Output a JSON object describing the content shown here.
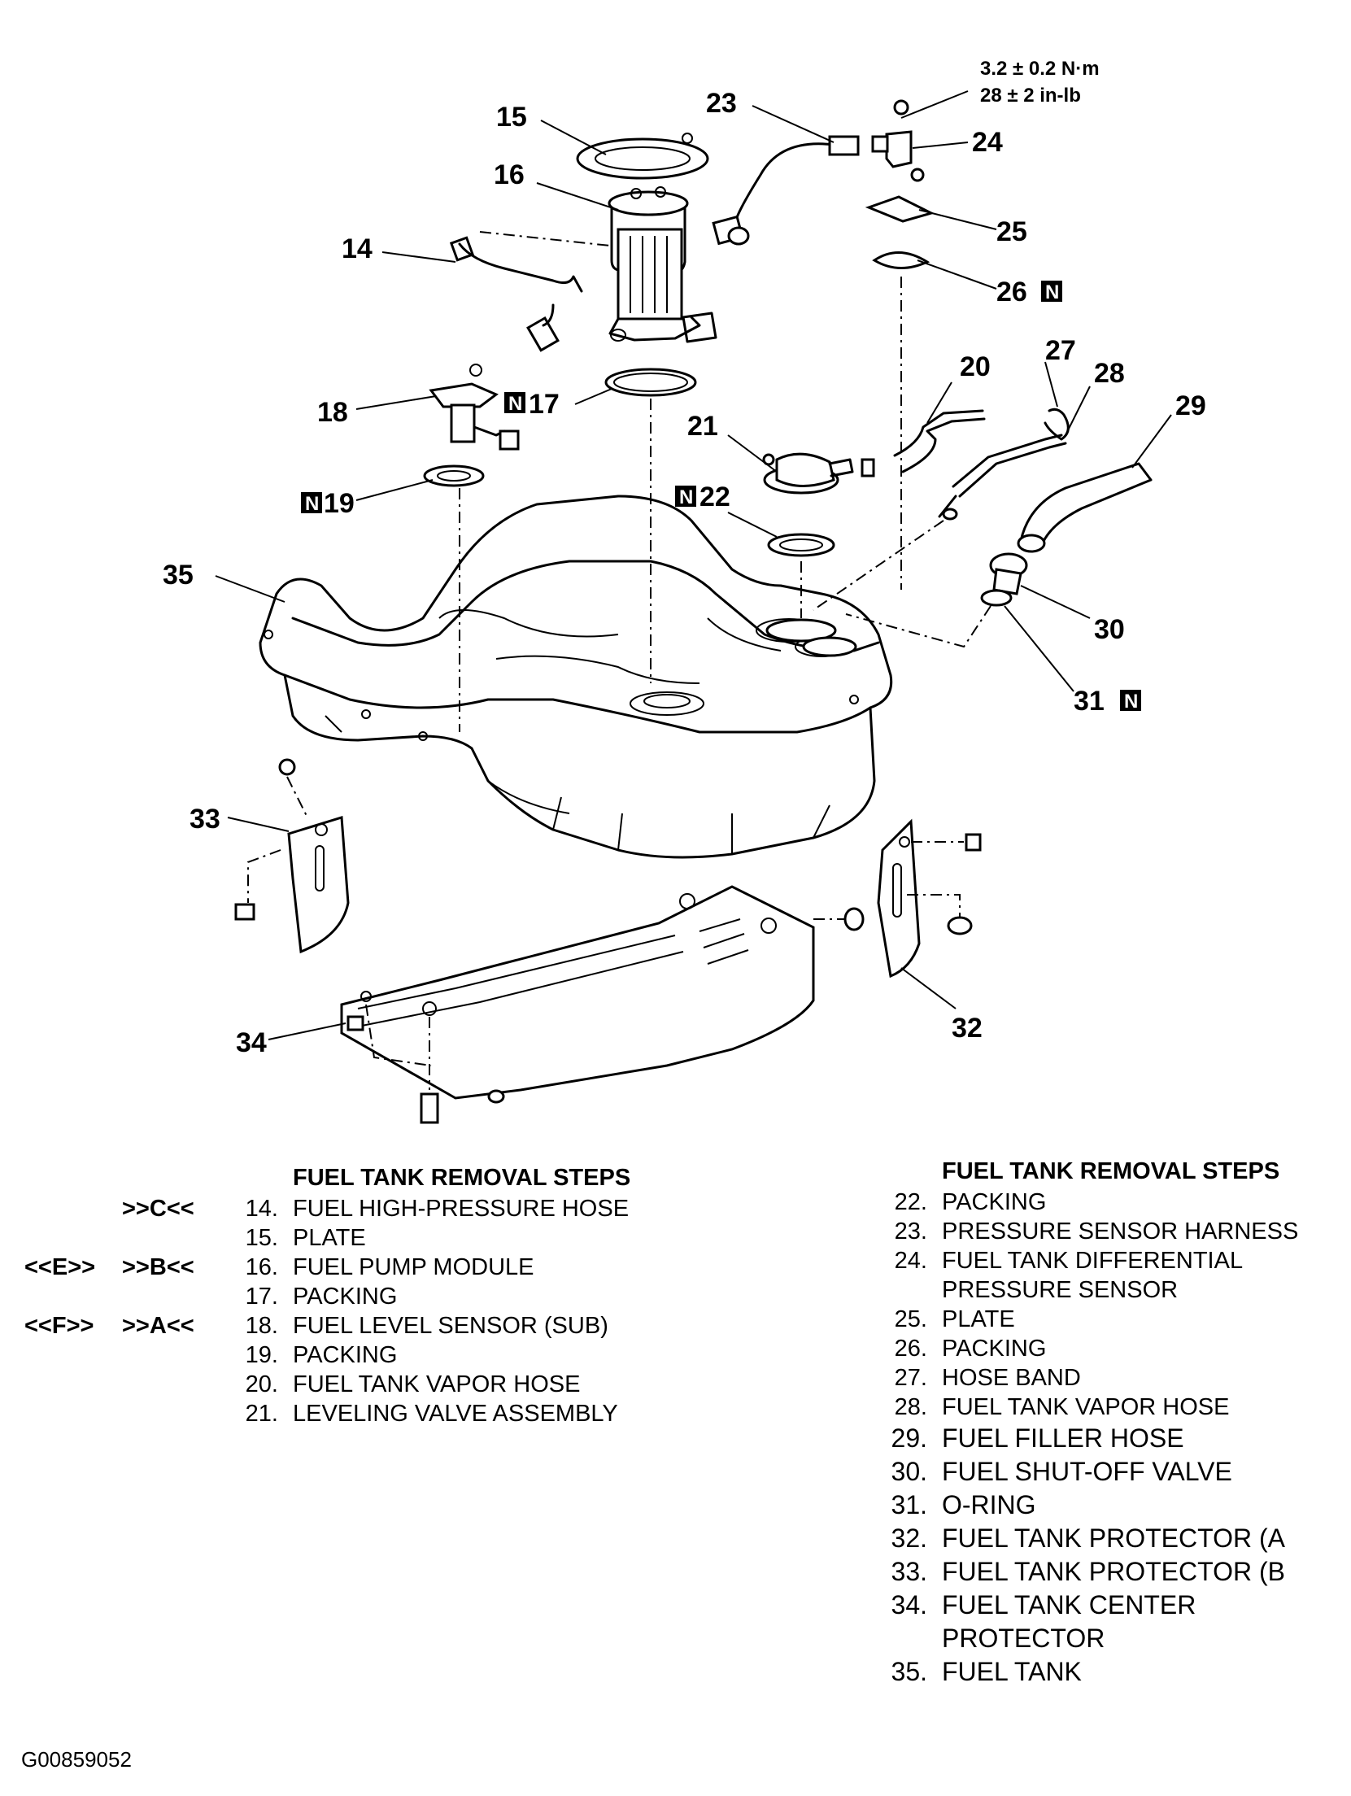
{
  "torque_spec": {
    "line1": "3.2 ± 0.2 N·m",
    "line2": "28 ± 2 in-lb"
  },
  "new_part_badge": "N",
  "callouts": [
    "14",
    "15",
    "16",
    "17",
    "18",
    "19",
    "20",
    "21",
    "22",
    "23",
    "24",
    "25",
    "26",
    "27",
    "28",
    "29",
    "30",
    "31",
    "32",
    "33",
    "34",
    "35"
  ],
  "left_steps": {
    "heading": "FUEL TANK REMOVAL STEPS",
    "items": [
      {
        "ref1": "",
        "ref2": ">>C<<",
        "num": "14.",
        "text": "FUEL HIGH-PRESSURE HOSE"
      },
      {
        "ref1": "",
        "ref2": "",
        "num": "15.",
        "text": "PLATE"
      },
      {
        "ref1": "<<E>>",
        "ref2": ">>B<<",
        "num": "16.",
        "text": "FUEL PUMP MODULE"
      },
      {
        "ref1": "",
        "ref2": "",
        "num": "17.",
        "text": "PACKING"
      },
      {
        "ref1": "<<F>>",
        "ref2": ">>A<<",
        "num": "18.",
        "text": "FUEL LEVEL SENSOR (SUB)"
      },
      {
        "ref1": "",
        "ref2": "",
        "num": "19.",
        "text": "PACKING"
      },
      {
        "ref1": "",
        "ref2": "",
        "num": "20.",
        "text": "FUEL TANK VAPOR HOSE"
      },
      {
        "ref1": "",
        "ref2": "",
        "num": "21.",
        "text": "LEVELING VALVE ASSEMBLY"
      }
    ]
  },
  "right_steps": {
    "heading": "FUEL TANK REMOVAL STEPS",
    "items": [
      {
        "num": "22.",
        "text": "PACKING"
      },
      {
        "num": "23.",
        "text": "PRESSURE SENSOR HARNESS"
      },
      {
        "num": "24.",
        "text": "FUEL TANK DIFFERENTIAL"
      },
      {
        "num": "",
        "text": "PRESSURE SENSOR"
      },
      {
        "num": "25.",
        "text": "PLATE"
      },
      {
        "num": "26.",
        "text": "PACKING"
      },
      {
        "num": "27.",
        "text": "HOSE BAND"
      },
      {
        "num": "28.",
        "text": "FUEL TANK VAPOR HOSE"
      },
      {
        "num": "29.",
        "text": "FUEL FILLER HOSE"
      },
      {
        "num": "30.",
        "text": "FUEL SHUT-OFF VALVE"
      },
      {
        "num": "31.",
        "text": "O-RING"
      },
      {
        "num": "32.",
        "text": "FUEL TANK PROTECTOR (A"
      },
      {
        "num": "33.",
        "text": "FUEL TANK PROTECTOR (B"
      },
      {
        "num": "34.",
        "text": "FUEL TANK CENTER"
      },
      {
        "num": "",
        "text": "PROTECTOR"
      },
      {
        "num": "35.",
        "text": "FUEL TANK"
      }
    ]
  },
  "figure_code": "G00859052"
}
